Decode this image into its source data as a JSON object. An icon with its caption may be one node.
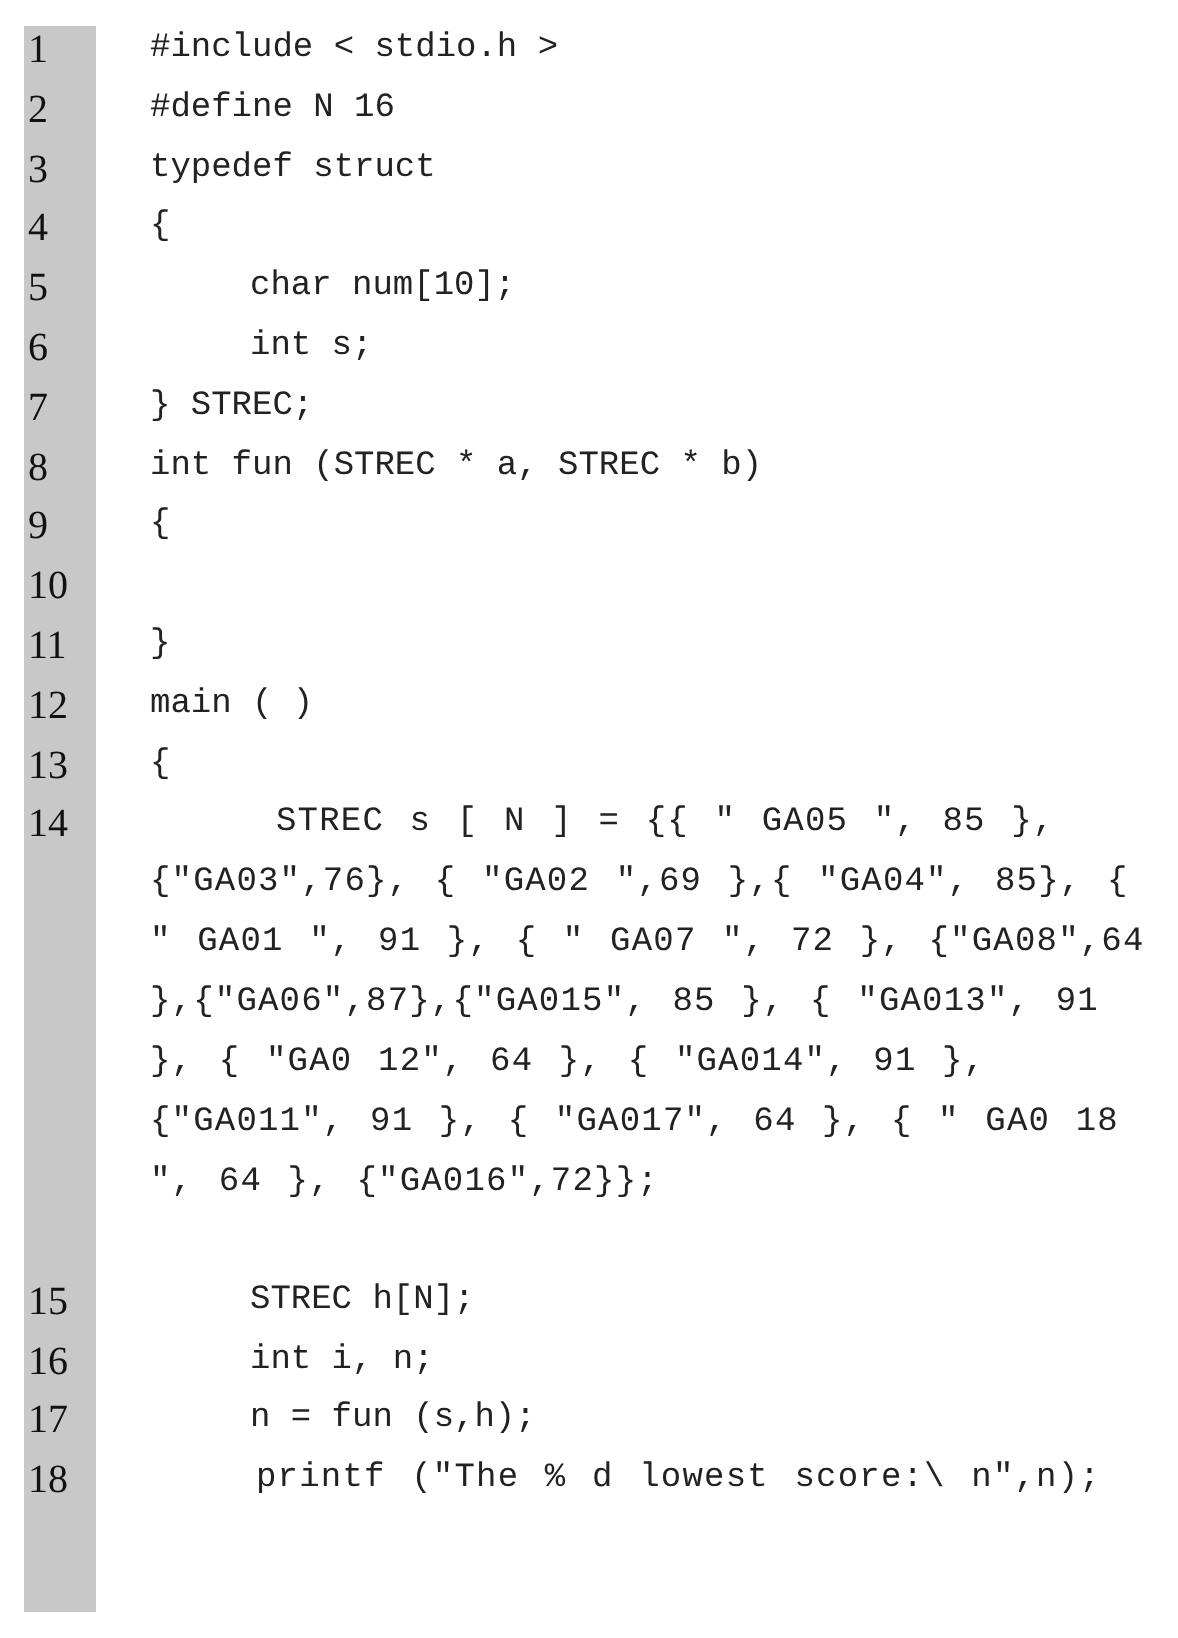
{
  "diagram": {
    "labels": [
      "1",
      "#include < stdio.h >",
      "2",
      "#define N 16",
      "3",
      "typedef struct",
      "4",
      "{",
      "5",
      "char num[10];",
      "6",
      "int s;",
      "7",
      "} STREC;",
      "8",
      "int fun (STREC * a, STREC * b)",
      "9",
      "{",
      "10",
      "11",
      "}",
      "12",
      "main ( )",
      "13",
      "{",
      "14",
      "STREC s [ N ] = {{ \" GA05 \", 85 }, {\"GA03\",76}, { \"GA02 \",69 },{ \"GA04\", 85}, { \" GA01 \", 91 }, { \" GA07 \", 72 }, {\"GA08\",64 },{\"GA06\",87},{\"GA015\", 85 }, { \"GA013\", 91 }, { \"GA0 12\", 64 }, { \"GA014\", 91 }, {\"GA011\", 91 }, { \"GA017\", 64 }, { \" GA0 18 \", 64 }, {\"GA016\",72}};",
      "15",
      "STREC h[N];",
      "16",
      "int i, n;",
      "17",
      "n = fun (s,h);",
      "18",
      "printf (\"The % d lowest score:\\ n\",n);"
    ]
  }
}
